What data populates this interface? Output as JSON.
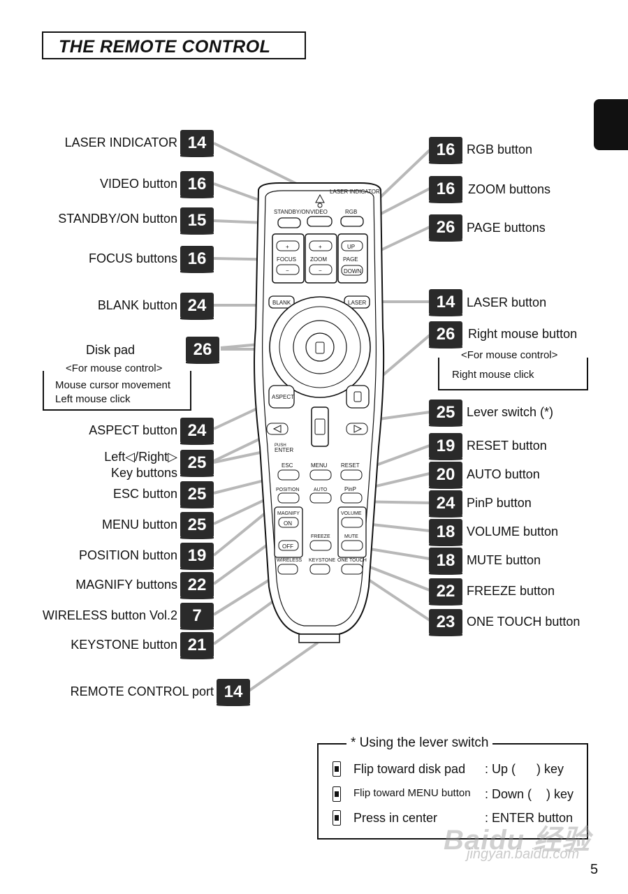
{
  "title": "THE REMOTE CONTROL",
  "page_number": "5",
  "left_callouts": [
    {
      "label": "LASER INDICATOR",
      "page": "14"
    },
    {
      "label": "VIDEO button",
      "page": "16"
    },
    {
      "label": "STANDBY/ON button",
      "page": "15"
    },
    {
      "label": "FOCUS buttons",
      "page": "16"
    },
    {
      "label": "BLANK button",
      "page": "24"
    },
    {
      "label": "Disk pad",
      "page": "26"
    },
    {
      "label": "ASPECT button",
      "page": "24"
    },
    {
      "label": "Left◁/Right▷",
      "page": "25"
    },
    {
      "label": "ESC button",
      "page": "25"
    },
    {
      "label": "MENU button",
      "page": "25"
    },
    {
      "label": "POSITION button",
      "page": "19"
    },
    {
      "label": "MAGNIFY buttons",
      "page": "22"
    },
    {
      "label": "WIRELESS button Vol.2",
      "page": "7"
    },
    {
      "label": "KEYSTONE button",
      "page": "21"
    },
    {
      "label": "REMOTE CONTROL port",
      "page": "14"
    }
  ],
  "left_key_sub": "Key buttons",
  "right_callouts": [
    {
      "label": "RGB button",
      "page": "16"
    },
    {
      "label": "ZOOM buttons",
      "page": "16"
    },
    {
      "label": "PAGE buttons",
      "page": "26"
    },
    {
      "label": "LASER button",
      "page": "14"
    },
    {
      "label": "Right mouse button",
      "page": "26"
    },
    {
      "label": "Lever switch (*)",
      "page": "25"
    },
    {
      "label": "RESET button",
      "page": "19"
    },
    {
      "label": "AUTO button",
      "page": "20"
    },
    {
      "label": "PinP button",
      "page": "24"
    },
    {
      "label": "VOLUME button",
      "page": "18"
    },
    {
      "label": "MUTE button",
      "page": "18"
    },
    {
      "label": "FREEZE button",
      "page": "22"
    },
    {
      "label": "ONE TOUCH button",
      "page": "23"
    }
  ],
  "disk_pad_box": {
    "heading": "<For mouse control>",
    "line1": "Mouse cursor movement",
    "line2": "Left mouse click"
  },
  "right_mouse_box": {
    "heading": "<For mouse control>",
    "line1": "Right mouse click"
  },
  "remote_labels": {
    "laser_indicator": "LASER INDICATOR",
    "standby": "STANDBY/ON",
    "video": "VIDEO",
    "rgb": "RGB",
    "focus": "FOCUS",
    "zoom": "ZOOM",
    "page": "PAGE",
    "up": "UP",
    "down": "DOWN",
    "plus": "+",
    "minus": "−",
    "blank": "BLANK",
    "laser": "LASER",
    "aspect": "ASPECT",
    "push": "PUSH",
    "enter": "ENTER",
    "esc": "ESC",
    "menu": "MENU",
    "reset": "RESET",
    "position": "POSITION",
    "auto": "AUTO",
    "pinp": "PinP",
    "magnify": "MAGNIFY",
    "on": "ON",
    "off": "OFF",
    "freeze": "FREEZE",
    "volume": "VOLUME",
    "mute": "MUTE",
    "wireless": "WIRELESS",
    "keystone": "KEYSTONE",
    "onetouch": "ONE TOUCH"
  },
  "lever_box": {
    "heading": "* Using the lever switch",
    "rows": [
      {
        "text": "Flip toward disk pad",
        "result": ": Up (",
        "key": ") key"
      },
      {
        "text": "Flip toward MENU button",
        "result": ": Down (",
        "key": ") key"
      },
      {
        "text": "Press in center",
        "result": ": ENTER button",
        "key": ""
      }
    ]
  },
  "watermark": {
    "main": "Baidu 经验",
    "url": "jingyan.baidu.com"
  }
}
